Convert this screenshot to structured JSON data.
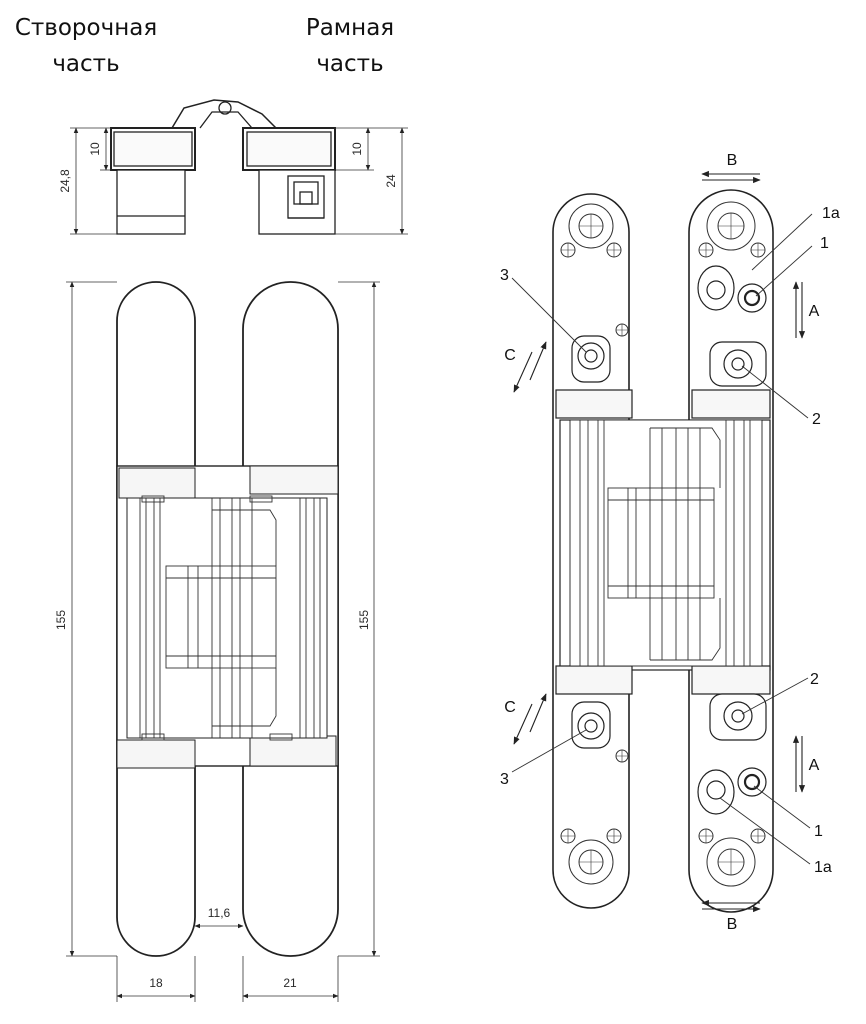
{
  "headings": {
    "left": [
      "Створочная",
      "часть"
    ],
    "right": [
      "Рамная",
      "часть"
    ]
  },
  "dimensions": {
    "top_left_small": "10",
    "top_left_total": "24,8",
    "top_right_small": "10",
    "top_right_total": "24",
    "height_left": "155",
    "height_right": "155",
    "gap": "11,6",
    "width_left": "18",
    "width_right": "21"
  },
  "callouts": {
    "b_top": "B",
    "b_bottom": "B",
    "a_top": "A",
    "a_bottom": "A",
    "c_top": "C",
    "c_bottom": "C",
    "n1a_top": "1a",
    "n1_top": "1",
    "n3_top": "3",
    "n2_top": "2",
    "n2_bottom": "2",
    "n3_bottom": "3",
    "n1_bottom": "1",
    "n1a_bottom": "1a"
  }
}
